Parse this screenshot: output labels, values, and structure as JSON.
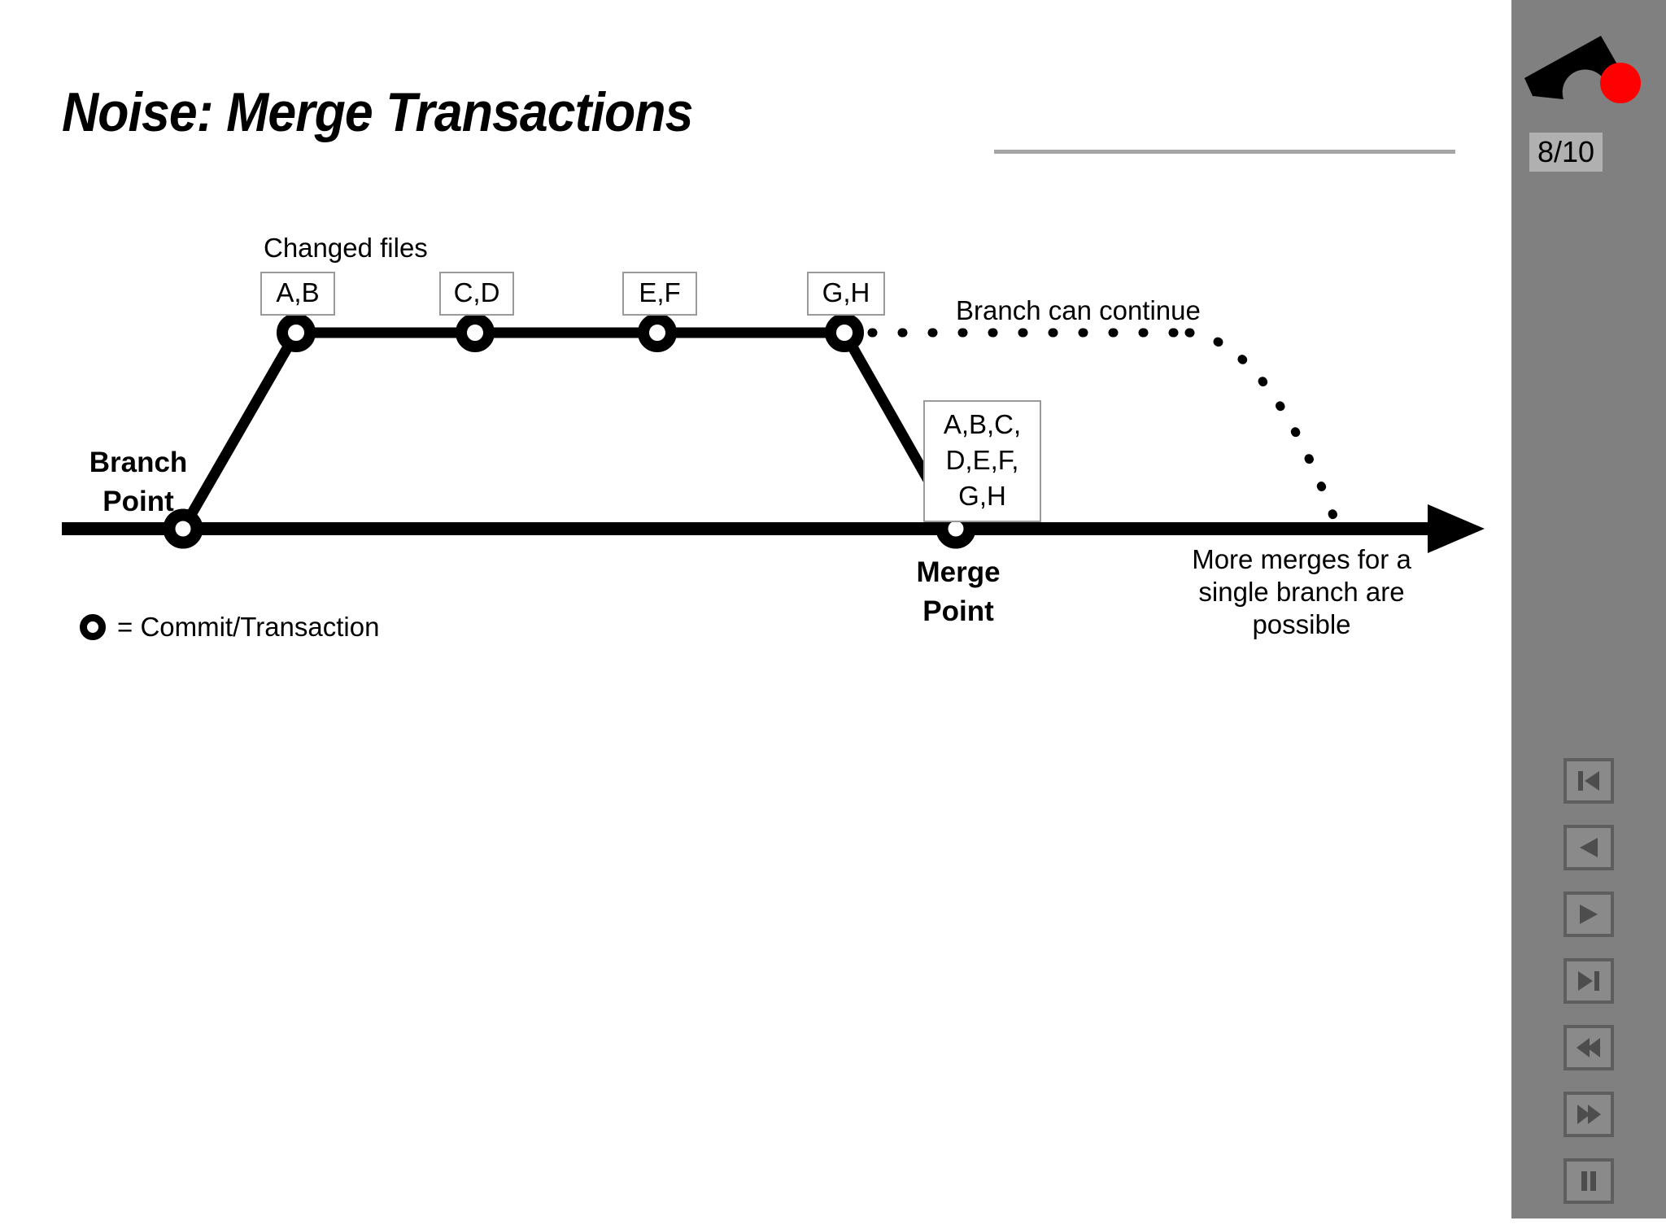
{
  "slide": {
    "title": "Noise: Merge Transactions",
    "counter": "8/10",
    "background_color": "#ffffff",
    "sidebar_color": "#808080",
    "accent_color": "#ff0000"
  },
  "diagram": {
    "changed_files_label": "Changed files",
    "commit_boxes": [
      {
        "label": "A,B"
      },
      {
        "label": "C,D"
      },
      {
        "label": "E,F"
      },
      {
        "label": "G,H"
      }
    ],
    "merge_box_label": "A,B,C,\nD,E,F,\nG,H",
    "branch_point_label": "Branch\nPoint",
    "merge_point_label": "Merge\nPoint",
    "branch_continue_label": "Branch can continue",
    "more_merges_label": "More merges for a\nsingle branch are\npossible",
    "legend": {
      "marker": "commit-circle",
      "text": "= Commit/Transaction"
    }
  },
  "nav": {
    "buttons": [
      {
        "name": "first-slide",
        "icon": "skip-back-icon"
      },
      {
        "name": "previous-slide",
        "icon": "play-back-icon"
      },
      {
        "name": "next-slide",
        "icon": "play-forward-icon"
      },
      {
        "name": "last-slide",
        "icon": "skip-forward-icon"
      },
      {
        "name": "rewind",
        "icon": "rewind-icon"
      },
      {
        "name": "fast-forward",
        "icon": "fast-forward-icon"
      },
      {
        "name": "pause",
        "icon": "pause-icon"
      }
    ]
  }
}
